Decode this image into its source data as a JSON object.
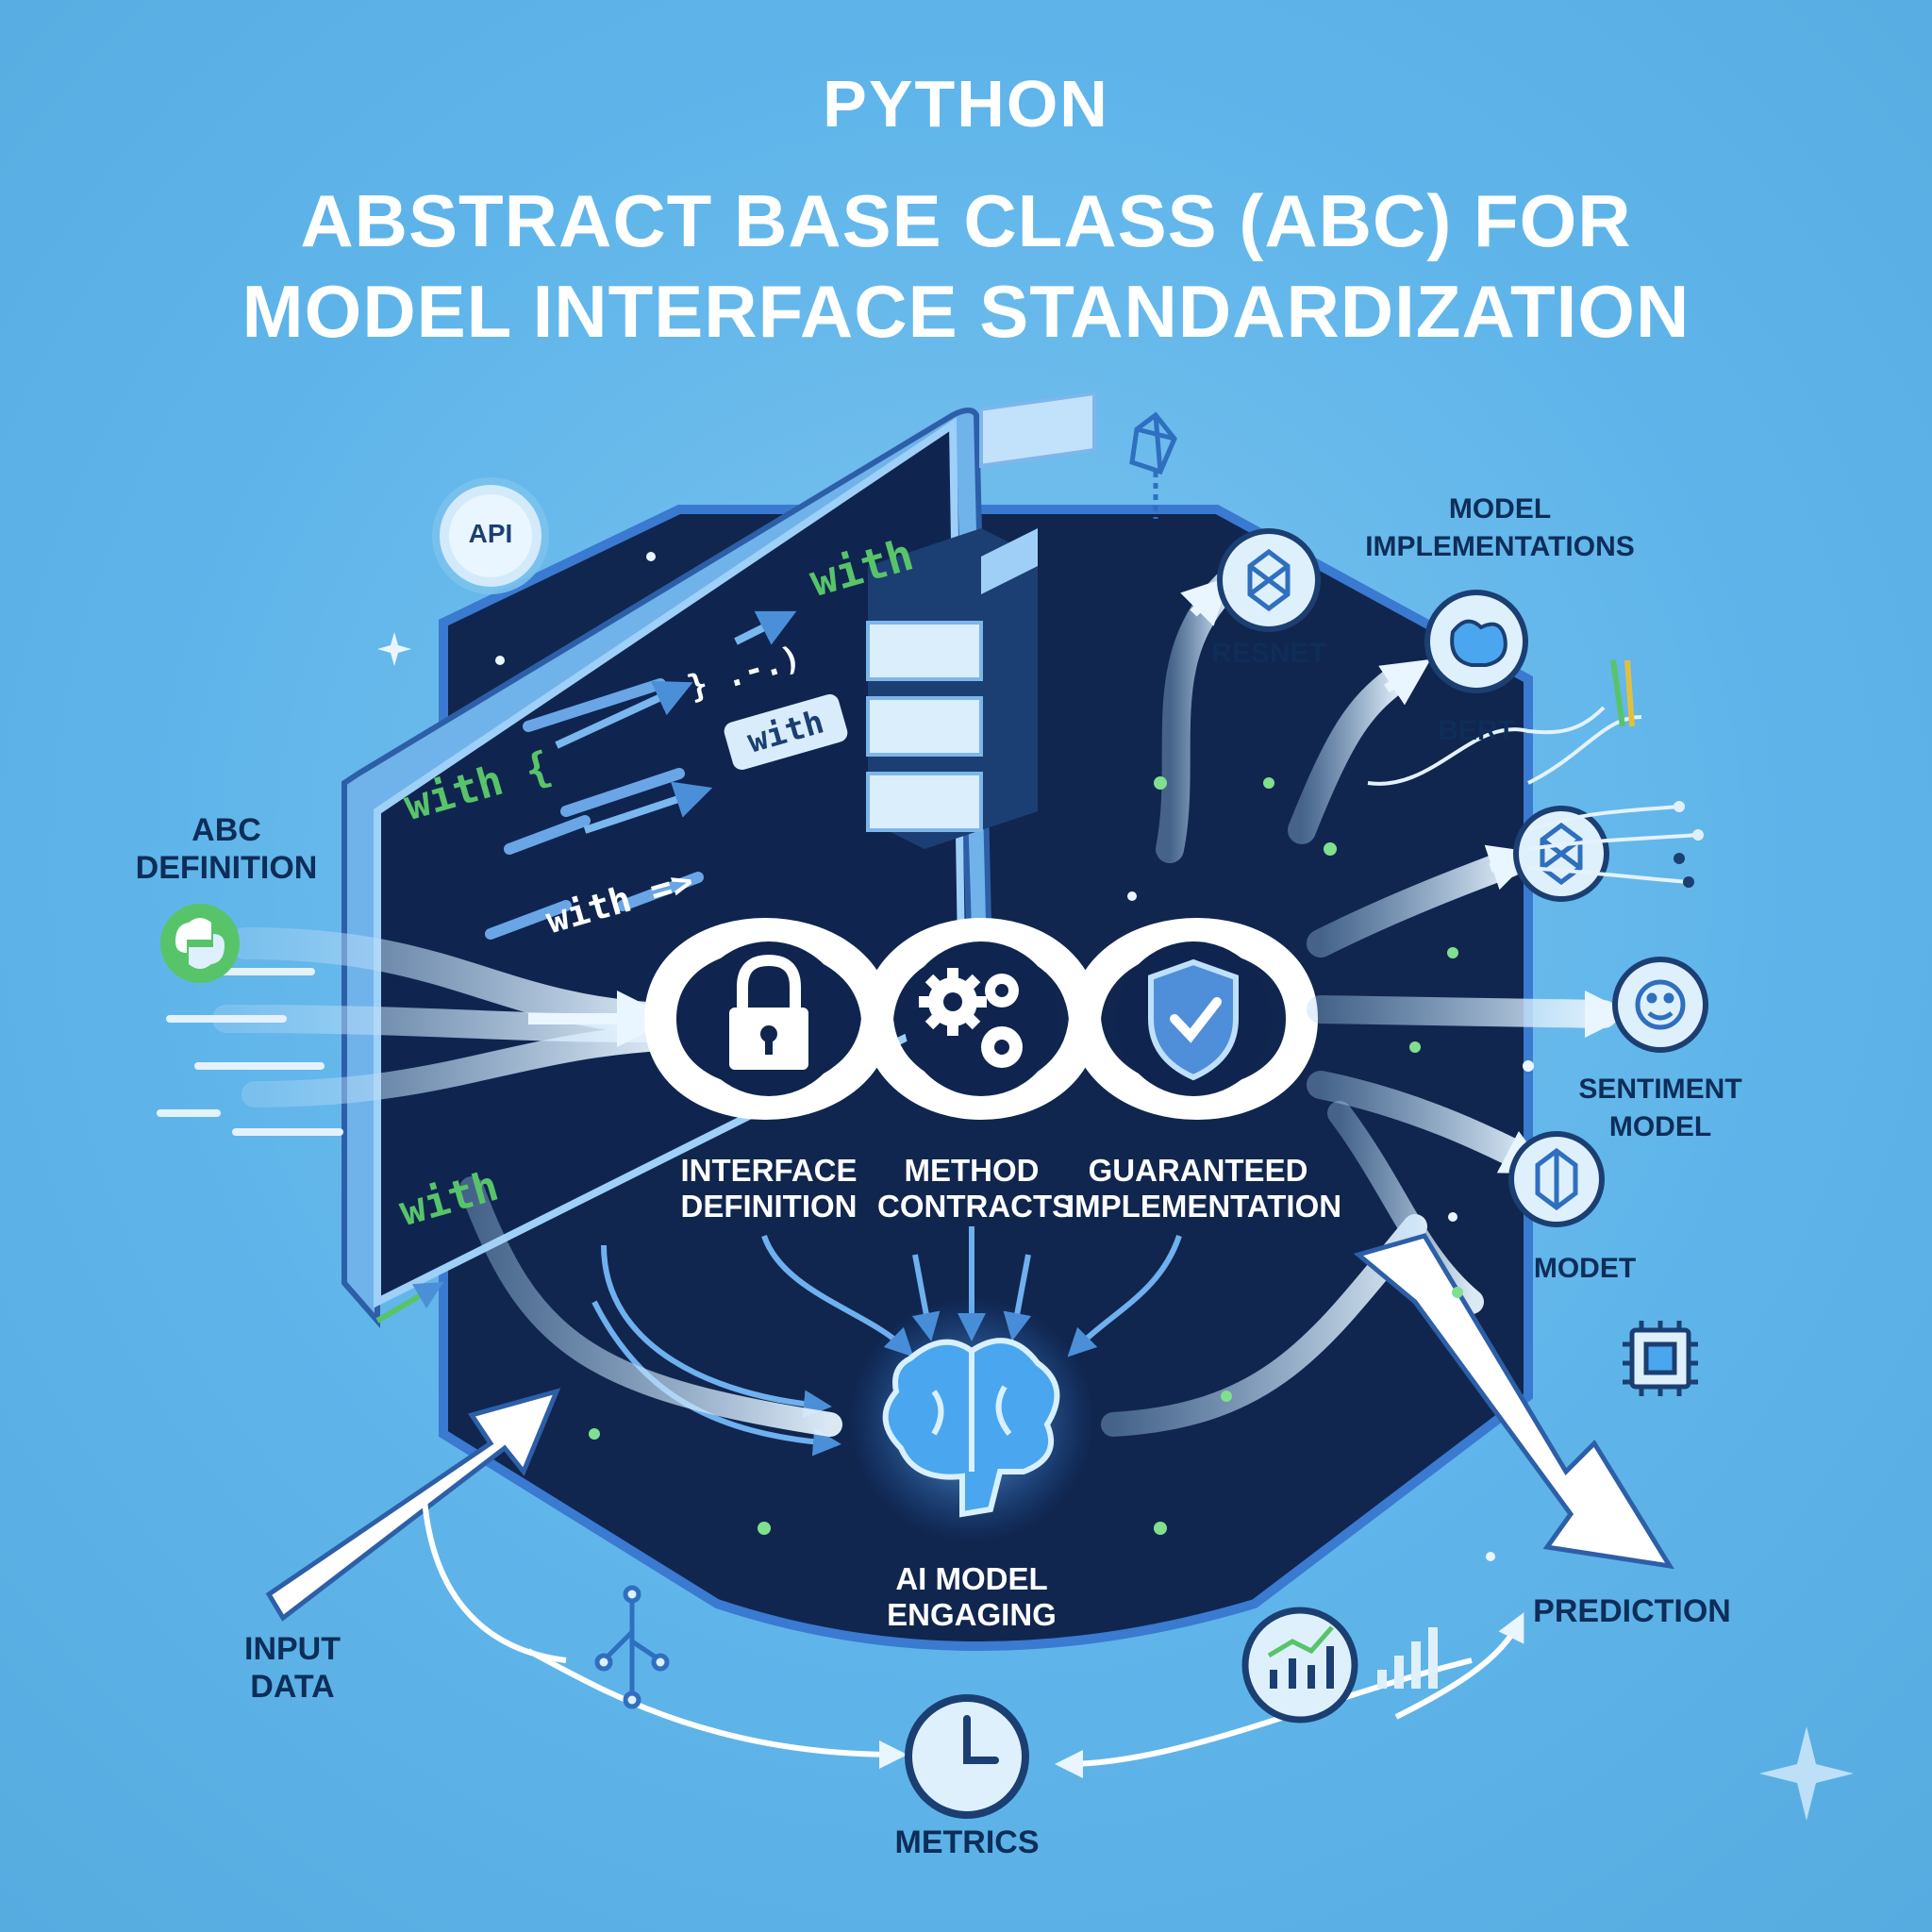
{
  "title": {
    "line1": "PYTHON",
    "line2": "ABSTRACT BASE CLASS (ABC) FOR",
    "line3": "MODEL INTERFACE STANDARDIZATION"
  },
  "left": {
    "abc_definition": "ABC DEFINITION",
    "input_data": "INPUT DATA",
    "api_badge": "API"
  },
  "code_snippets": {
    "with_1": "with",
    "with_2": "with {",
    "with_3": "with",
    "with_4": "with =>",
    "with_5": "with",
    "brace": "} .-.)"
  },
  "core": {
    "loops": [
      {
        "label": "INTERFACE DEFINITION",
        "icon": "lock-icon"
      },
      {
        "label": "METHOD CONTRACTS",
        "icon": "gears-icon"
      },
      {
        "label": "GUARANTEED IMPLEMENTATION",
        "icon": "shield-check-icon"
      }
    ],
    "center_label": "AI MODEL ENGAGING"
  },
  "right": {
    "model_implementations": "MODEL IMPLEMENTATIONS",
    "resnet": "RESNET",
    "bert": "BERT",
    "sentiment_model": "SENTIMENT MODEL",
    "modet": "MODET",
    "prediction": "PREDICTION"
  },
  "bottom": {
    "metrics": "METRICS"
  },
  "colors": {
    "background": "#5fb5ea",
    "panel": "#10264f",
    "accent_green": "#58c46a",
    "stream": "#cfe6fa",
    "label_dark": "#0e2d59"
  }
}
